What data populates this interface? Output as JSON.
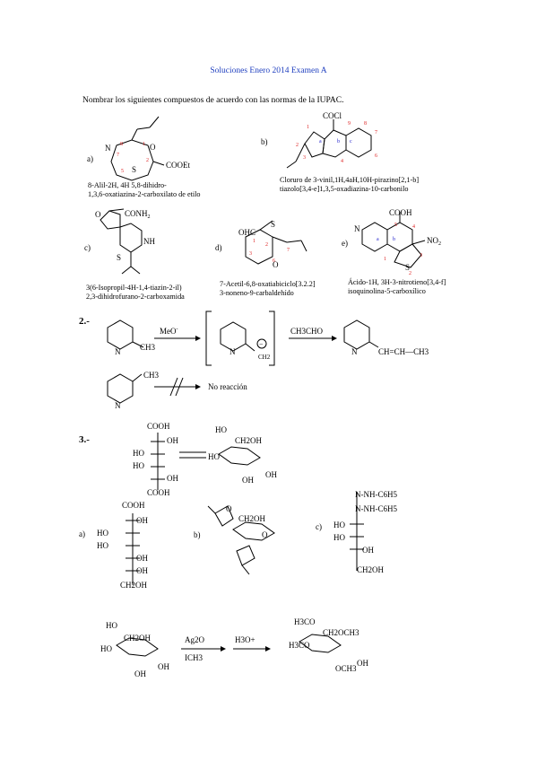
{
  "header": {
    "title": "Soluciones Enero 2014 Examen A"
  },
  "instructions": "Nombrar los siguientes compuestos de acuerdo  con las normas de la IUPAC.",
  "section1": {
    "a": {
      "label": "a)",
      "name_l1": "8-Alil-2H, 4H 5,8-dihidro-",
      "name_l2": "1,3,6-oxatiazina-2-carboxilato de etilo",
      "ester": "COOEt",
      "N": "N",
      "O": "O",
      "S": "S"
    },
    "b": {
      "label": "b)",
      "name_l1": "Cloruro de 3-vinil,1H,4aH,10H-pirazino[2,1-b]",
      "name_l2": "tiazolo[3,4-e]1,3,5-oxadiazina-10-carbonilo",
      "group": "COCl"
    },
    "c": {
      "label": "c)",
      "name_l1": "3(6-Isopropil-4H-1,4-tiazin-2-il)",
      "name_l2": "2,3-dihidrofurano-2-carboxamida",
      "group": "CONH",
      "sub2": "2",
      "NH": "NH",
      "O": "O",
      "S": "S"
    },
    "d": {
      "label": "d)",
      "name_l1": "7-Acetil-6,8-oxatiabiciclo[3.2.2]",
      "name_l2": "3-noneno-9-carbaldehído",
      "group": "OHC",
      "O": "O",
      "S": "S"
    },
    "e": {
      "label": "e)",
      "name_l1": "Ácido-1H, 3H-3-nitrotieno[3,4-f]",
      "name_l2": "isoquinolina-5-carboxílico",
      "group": "COOH",
      "nitro": "NO",
      "sub2": "2",
      "N": "N",
      "S": "S"
    }
  },
  "section2": {
    "number": "2.-",
    "reagent1": "MeO",
    "reagent1_sup": "-",
    "reagent2": "CH3CHO",
    "product": "CH=CH—CH3",
    "ch3": "CH3",
    "ch2": "CH2",
    "no_reaction": "No reacción",
    "N": "N"
  },
  "section3": {
    "number": "3.-",
    "fischer_top": [
      "COOH",
      "OH",
      "HO",
      "HO",
      "OH",
      "COOH"
    ],
    "ring_labels": [
      "HO",
      "CH2OH",
      "HO",
      "OH",
      "OH"
    ],
    "a": {
      "label": "a)",
      "rows": [
        "COOH",
        "OH",
        "HO",
        "HO",
        "OH",
        "OH",
        "CH2OH"
      ]
    },
    "b": {
      "label": "b)",
      "ch2oh": "CH2OH",
      "O": "O"
    },
    "c": {
      "label": "c)",
      "rows": [
        "N-NH-C6H5",
        "N-NH-C6H5",
        "HO",
        "HO",
        "OH",
        "CH2OH"
      ]
    },
    "final": {
      "reagent1": "Ag2O",
      "reagent2": "ICH3",
      "reagent3": "H3O+",
      "left_labels": [
        "HO",
        "CH2OH",
        "HO",
        "OH",
        "OH"
      ],
      "right_labels": [
        "H3CO",
        "CH2OCH3",
        "H3CO",
        "OCH3",
        "OH"
      ]
    }
  }
}
